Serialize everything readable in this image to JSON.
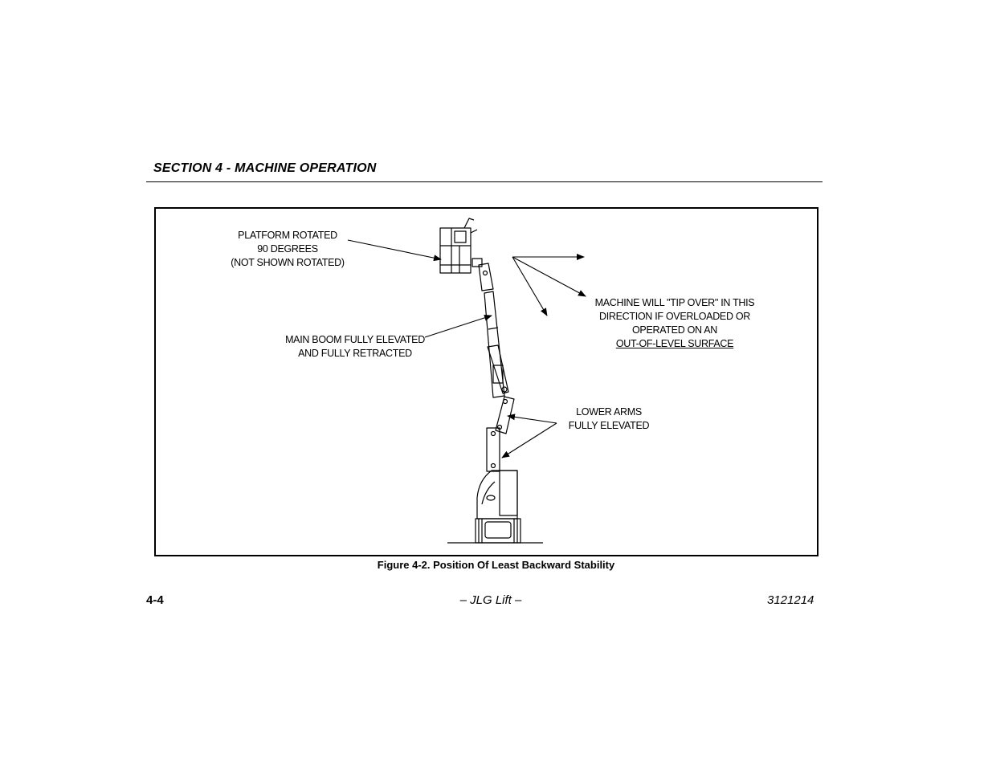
{
  "header": {
    "section_title": "SECTION 4 - MACHINE OPERATION"
  },
  "figure": {
    "callouts": {
      "platform": [
        "PLATFORM ROTATED",
        "90 DEGREES",
        "(NOT SHOWN ROTATED)"
      ],
      "main_boom": [
        "MAIN BOOM FULLY ELEVATED",
        "AND FULLY RETRACTED"
      ],
      "tip_over": [
        "MACHINE WILL \"TIP OVER\" IN THIS",
        "DIRECTION IF OVERLOADED OR",
        "OPERATED ON AN",
        "OUT-OF-LEVEL SURFACE"
      ],
      "lower_arms": [
        "LOWER ARMS",
        "FULLY ELEVATED"
      ]
    },
    "caption": "Figure 4-2. Position Of Least Backward Stability"
  },
  "footer": {
    "page_number": "4-4",
    "center_text": "– JLG Lift –",
    "doc_number": "3121214"
  }
}
